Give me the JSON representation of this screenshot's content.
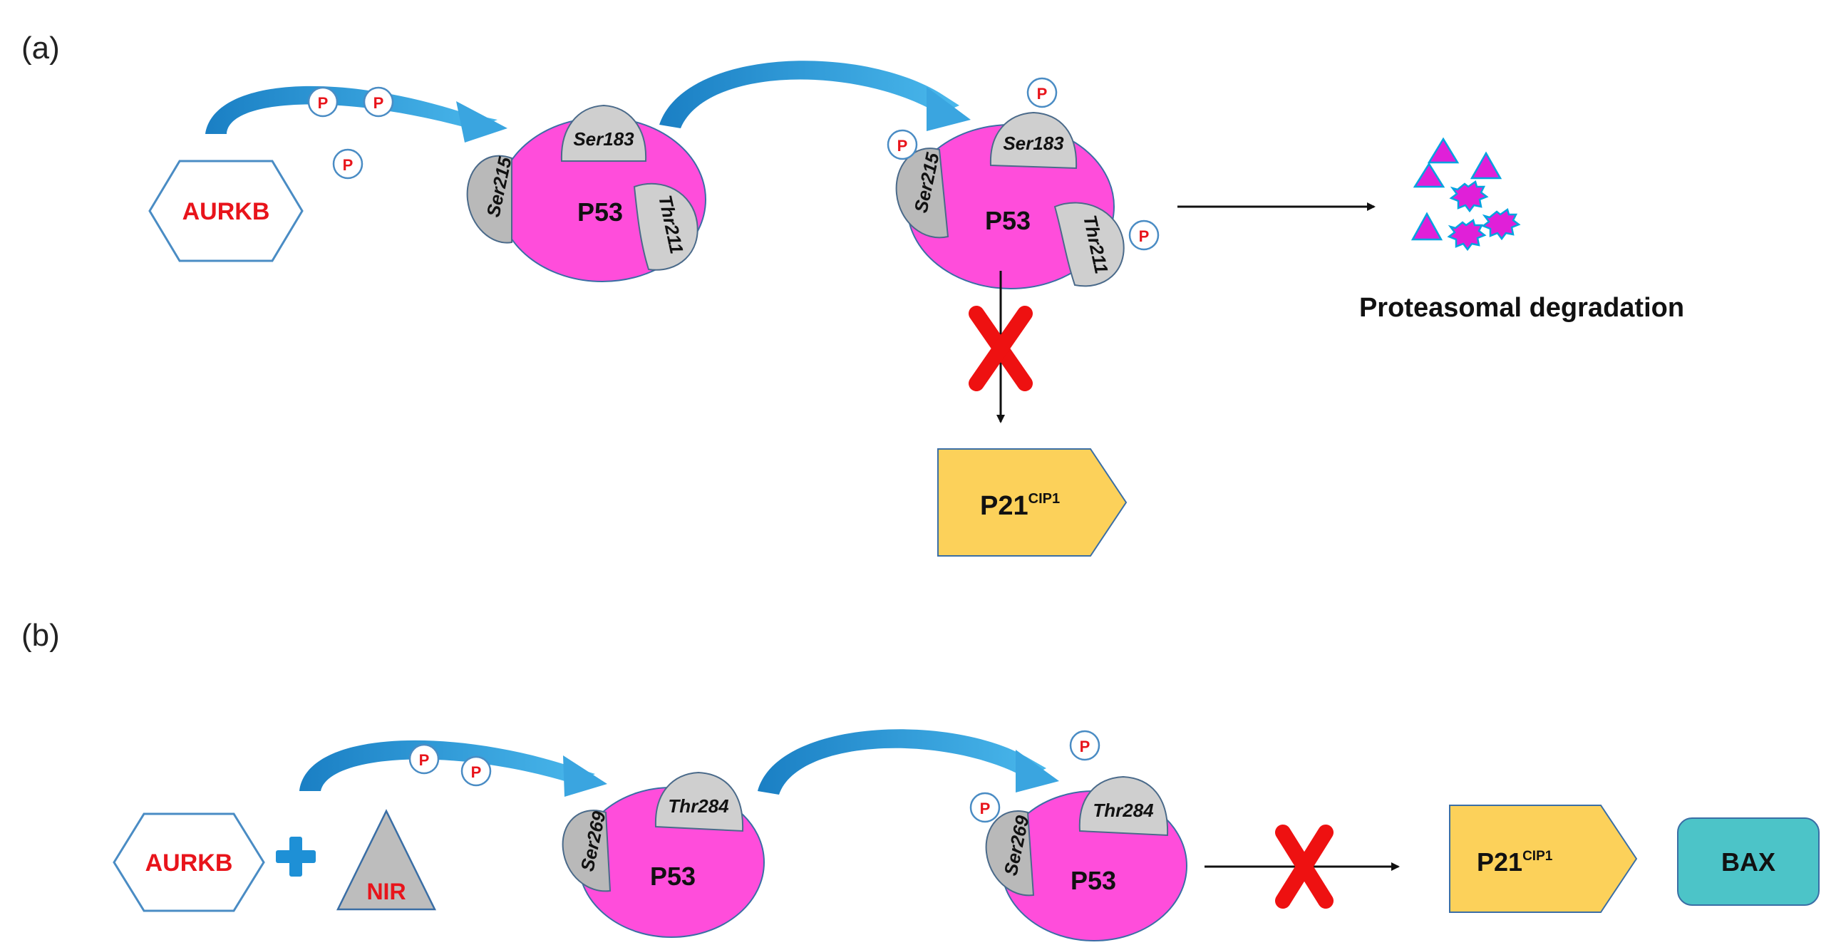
{
  "panels": {
    "a": {
      "label": "(a)"
    },
    "b": {
      "label": "(b)"
    }
  },
  "labels": {
    "aurkb": "AURKB",
    "nir": "NIR",
    "p53": "P53",
    "phospho": "P",
    "p21_main": "P21",
    "p21_sup": "CIP1",
    "bax": "BAX",
    "degradation": "Proteasomal degradation"
  },
  "sites": {
    "a": [
      "Ser215",
      "Ser183",
      "Thr211"
    ],
    "b": [
      "Ser269",
      "Thr284"
    ]
  },
  "colors": {
    "p53": "#ff4ddb",
    "site_domain": "#c8c8c8",
    "site_domain_dark": "#9a9a9a",
    "kinase_text": "#e8141b",
    "hex_stroke": "#4a8cc4",
    "arrow_blue": "#1e90d6",
    "p21_fill": "#fcd15a",
    "bax_fill": "#4cc4c8",
    "inhibit_x": "#ee1111",
    "degradation_shape": "#e020d8",
    "degradation_stroke": "#00a3e0"
  },
  "icons": {
    "inhibit": "red-x-icon",
    "plus": "blue-plus-icon",
    "arrow": "curved-blue-arrow-icon"
  }
}
